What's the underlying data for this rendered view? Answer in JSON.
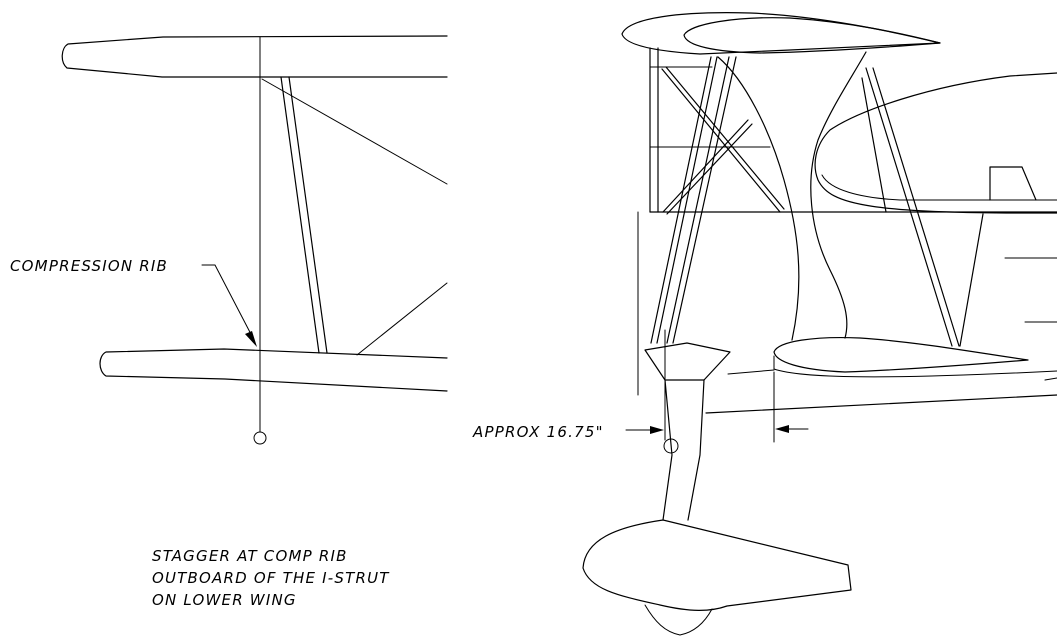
{
  "labels": {
    "compression_rib": "COMPRESSION RIB",
    "approx_dimension": "APPROX 16.75\"",
    "note_line_1": "STAGGER AT COMP RIB",
    "note_line_2": "OUTBOARD OF THE I-STRUT",
    "note_line_3": "ON LOWER WING"
  }
}
